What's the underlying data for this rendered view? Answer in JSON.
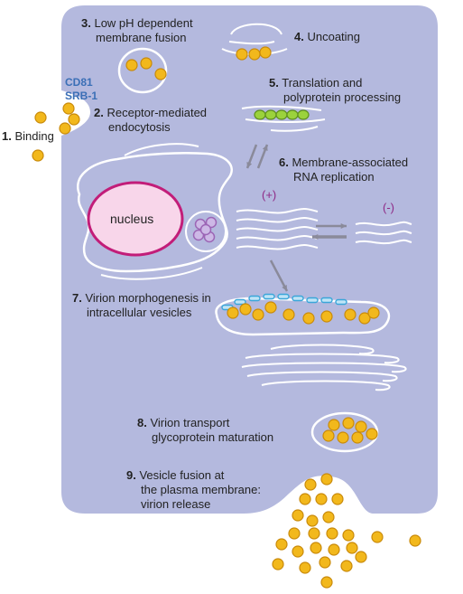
{
  "colors": {
    "cell": "#b4b9de",
    "membrane": "#ffffff",
    "virion": "#f2b81c",
    "virion_edge": "#c98a0a",
    "nucleus_fill": "#f8d6ea",
    "nucleus_edge": "#c21d79",
    "capsid": "#9c65b5",
    "polyprotein": "#9bd23c",
    "glycoprotein": "#3aa6d9",
    "arrow": "#8a8a9a",
    "receptor_text": "#3b6fb6",
    "strand_text": "#8e2a86"
  },
  "receptors": {
    "line1": "CD81",
    "line2": "SRB-1"
  },
  "steps": [
    {
      "num": "1.",
      "lines": [
        "Binding"
      ]
    },
    {
      "num": "2.",
      "lines": [
        "Receptor-mediated",
        "endocytosis"
      ]
    },
    {
      "num": "3.",
      "lines": [
        "Low pH dependent",
        "membrane fusion"
      ]
    },
    {
      "num": "4.",
      "lines": [
        "Uncoating"
      ]
    },
    {
      "num": "5.",
      "lines": [
        "Translation and",
        "polyprotein processing"
      ]
    },
    {
      "num": "6.",
      "lines": [
        "Membrane-associated",
        "RNA replication"
      ]
    },
    {
      "num": "7.",
      "lines": [
        "Virion morphogenesis in",
        "intracellular vesicles"
      ]
    },
    {
      "num": "8.",
      "lines": [
        "Virion transport",
        "glycoprotein maturation"
      ]
    },
    {
      "num": "9.",
      "lines": [
        "Vesicle fusion at",
        "the plasma membrane:",
        "virion release"
      ]
    }
  ],
  "nucleus_label": "nucleus",
  "strands": {
    "plus": "(+)",
    "minus": "(-)"
  }
}
